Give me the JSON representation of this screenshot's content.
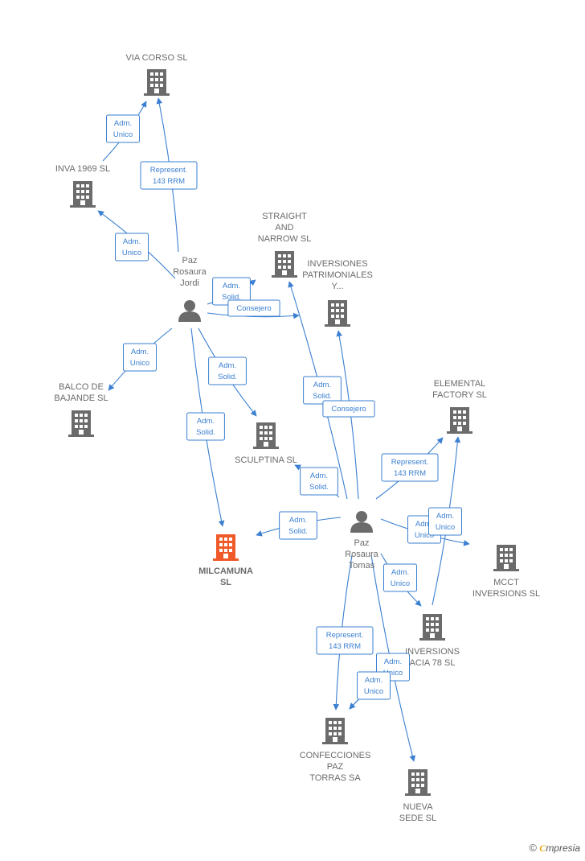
{
  "colors": {
    "edge": "#3a7fd0",
    "company": "#6b6b6b",
    "focus": "#f05a28",
    "person": "#6b6b6b"
  },
  "nodes": [
    {
      "id": "via_corso",
      "type": "company",
      "lines": [
        "VIA CORSO SL"
      ]
    },
    {
      "id": "inva1969",
      "type": "company",
      "lines": [
        "INVA 1969  SL"
      ]
    },
    {
      "id": "straight",
      "type": "company",
      "lines": [
        "STRAIGHT",
        "AND",
        "NARROW  SL"
      ]
    },
    {
      "id": "patrimoniales",
      "type": "company",
      "lines": [
        "INVERSIONES",
        "PATRIMONIALES",
        "Y..."
      ]
    },
    {
      "id": "balco",
      "type": "company",
      "lines": [
        "BALCO DE",
        "BAJANDE SL"
      ]
    },
    {
      "id": "sculptina",
      "type": "company",
      "lines": [
        "SCULPTINA  SL"
      ]
    },
    {
      "id": "elemental",
      "type": "company",
      "lines": [
        "ELEMENTAL",
        "FACTORY  SL"
      ]
    },
    {
      "id": "milcamuna",
      "type": "focus",
      "lines": [
        "MILCAMUNA",
        "SL"
      ]
    },
    {
      "id": "mcct",
      "type": "company",
      "lines": [
        "MCCT",
        "INVERSIONS SL"
      ]
    },
    {
      "id": "inv_acia",
      "type": "company",
      "lines": [
        "INVERSIONS",
        "ACIA 78  SL"
      ]
    },
    {
      "id": "confecciones",
      "type": "company",
      "lines": [
        "CONFECCIONES",
        "PAZ",
        "TORRAS SA"
      ]
    },
    {
      "id": "nueva",
      "type": "company",
      "lines": [
        "NUEVA",
        "SEDE SL"
      ]
    },
    {
      "id": "jordi",
      "type": "person",
      "lines": [
        "Paz",
        "Rosaura",
        "Jordi"
      ]
    },
    {
      "id": "tomas",
      "type": "person",
      "lines": [
        "Paz",
        "Rosaura",
        "Tomas"
      ]
    }
  ],
  "edges": [
    {
      "from": "inva1969",
      "to": "via_corso",
      "lines": [
        "Adm.",
        "Unico"
      ]
    },
    {
      "from": "jordi",
      "to": "via_corso",
      "lines": [
        "Represent.",
        "143 RRM"
      ]
    },
    {
      "from": "jordi",
      "to": "inva1969",
      "lines": [
        "Adm.",
        "Unico"
      ]
    },
    {
      "from": "jordi",
      "to": "straight",
      "lines": [
        "Adm.",
        "Solid."
      ]
    },
    {
      "from": "jordi",
      "to": "patrimoniales",
      "lines": [
        "Consejero"
      ]
    },
    {
      "from": "jordi",
      "to": "balco",
      "lines": [
        "Adm.",
        "Unico"
      ]
    },
    {
      "from": "jordi",
      "to": "sculptina",
      "lines": [
        "Adm.",
        "Solid."
      ]
    },
    {
      "from": "jordi",
      "to": "milcamuna",
      "lines": [
        "Adm.",
        "Solid."
      ]
    },
    {
      "from": "tomas",
      "to": "straight",
      "lines": [
        "Adm.",
        "Solid."
      ]
    },
    {
      "from": "tomas",
      "to": "patrimoniales",
      "lines": [
        "Consejero"
      ]
    },
    {
      "from": "tomas",
      "to": "sculptina",
      "lines": [
        "Adm.",
        "Solid."
      ]
    },
    {
      "from": "tomas",
      "to": "elemental",
      "lines": [
        "Represent.",
        "143 RRM"
      ]
    },
    {
      "from": "tomas",
      "to": "milcamuna",
      "lines": [
        "Adm.",
        "Solid."
      ]
    },
    {
      "from": "tomas",
      "to": "mcct",
      "lines": [
        "Adm.",
        "Unico"
      ]
    },
    {
      "from": "inv_acia",
      "to": "elemental",
      "lines": [
        "Adm.",
        "Unico"
      ]
    },
    {
      "from": "tomas",
      "to": "inv_acia",
      "lines": [
        "Adm.",
        "Unico"
      ]
    },
    {
      "from": "tomas",
      "to": "confecciones",
      "lines": [
        "Represent.",
        "143 RRM"
      ]
    },
    {
      "from": "nueva",
      "to": "confecciones",
      "lines": [
        "Adm.",
        "Unico"
      ]
    },
    {
      "from": "tomas",
      "to": "confecciones",
      "lines": [
        "Adm.",
        "Unico"
      ]
    },
    {
      "from": "tomas",
      "to": "nueva",
      "lines": []
    }
  ],
  "brand": {
    "copyright": "©",
    "initial": "C",
    "name": "mpresia"
  }
}
